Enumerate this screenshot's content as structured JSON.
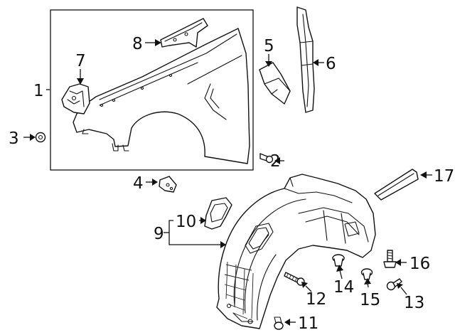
{
  "diagram": {
    "callouts": {
      "c1": "1",
      "c2": "2",
      "c3": "3",
      "c4": "4",
      "c5": "5",
      "c6": "6",
      "c7": "7",
      "c8": "8",
      "c9": "9",
      "c10": "10",
      "c11": "11",
      "c12": "12",
      "c13": "13",
      "c14": "14",
      "c15": "15",
      "c16": "16",
      "c17": "17"
    },
    "line_color": "#111111",
    "background_color": "#ffffff"
  }
}
